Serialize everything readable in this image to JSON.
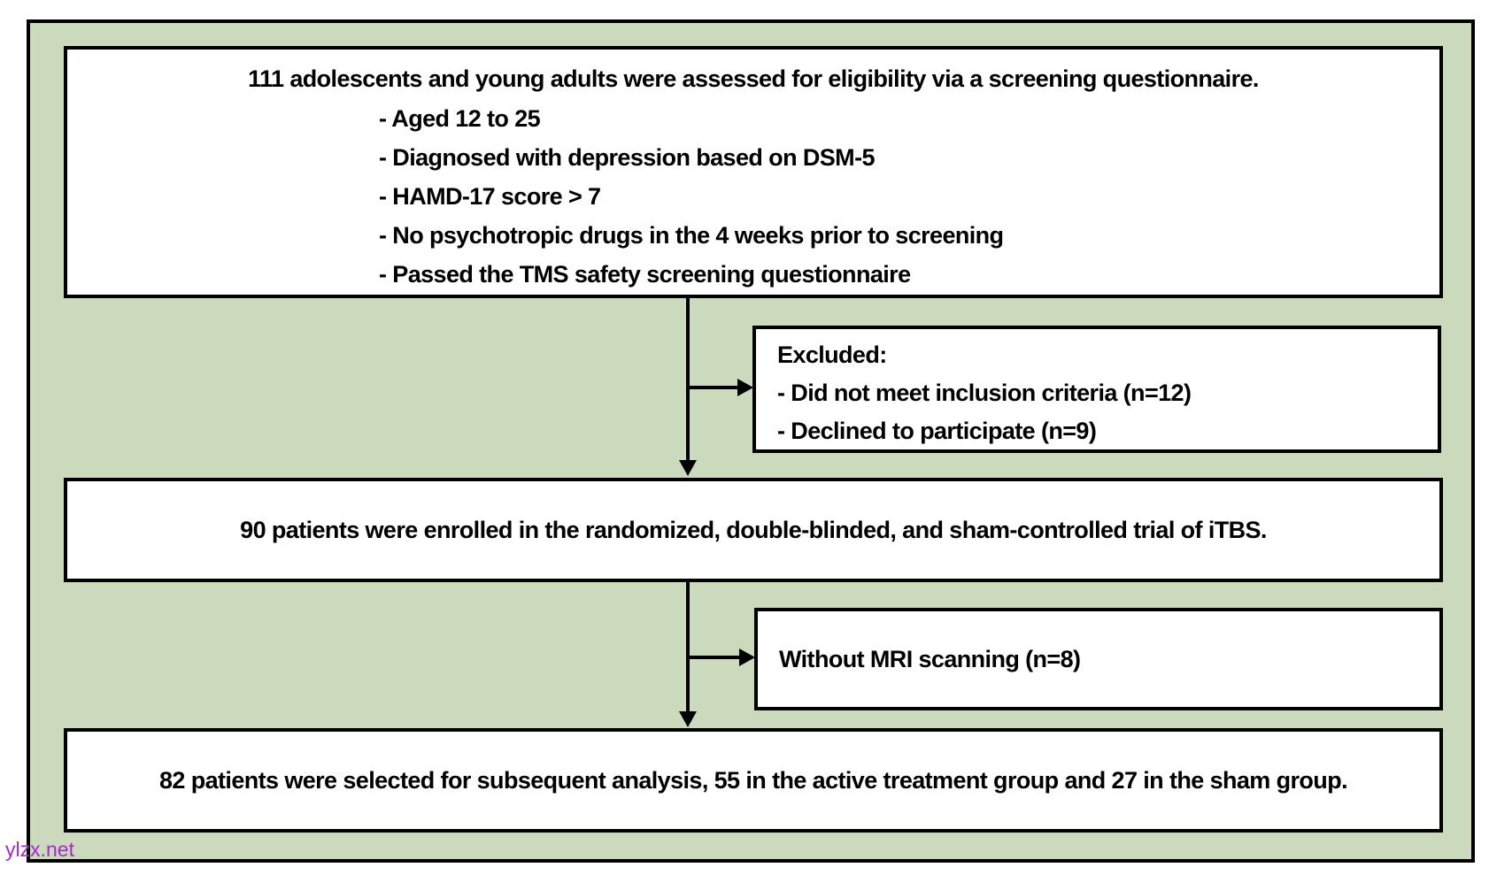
{
  "colors": {
    "canvas_bg": "#ffffff",
    "frame_bg": "#cbd9bd",
    "border": "#000000",
    "box_bg": "#ffffff",
    "text": "#000000",
    "watermark": "#a62bc9"
  },
  "flow": {
    "screening_box": {
      "title": "111 adolescents and young adults were assessed for eligibility via a screening questionnaire.",
      "criteria": [
        "- Aged 12 to 25",
        "- Diagnosed with depression based on DSM-5",
        "- HAMD-17 score > 7",
        "- No psychotropic drugs in the 4 weeks prior to screening",
        "- Passed the TMS safety screening questionnaire"
      ]
    },
    "excluded_box": {
      "title": "Excluded:",
      "items": [
        "- Did not meet inclusion criteria (n=12)",
        "- Declined to participate (n=9)"
      ]
    },
    "enrolled_box": {
      "text": "90 patients were enrolled in the randomized, double-blinded, and sham-controlled trial of iTBS."
    },
    "mri_box": {
      "text": "Without MRI scanning (n=8)"
    },
    "final_box": {
      "text": "82 patients were selected for subsequent analysis, 55 in the active treatment group and 27 in the sham group."
    }
  },
  "watermark": "ylzx.net"
}
